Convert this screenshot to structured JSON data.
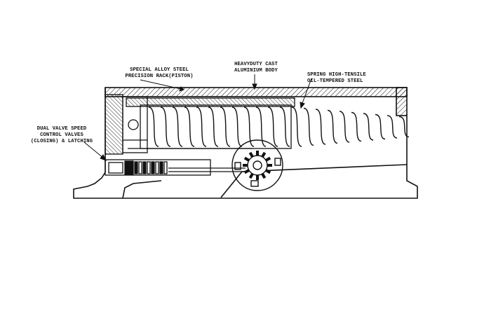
{
  "labels": {
    "rack": [
      "SPECIAL ALLOY STEEL",
      "PRECISION RACK(PISTON)"
    ],
    "body": [
      "HEAVYDUTY CAST",
      "ALUMINIUM BODY"
    ],
    "spring": [
      "SPRING HIGH-TENSILE",
      "OIL-TEMPERED STEEL"
    ],
    "valves": [
      "DUAL VALVE SPEED",
      "CONTROL VALVES",
      "(CLOSING) & LATCHING"
    ]
  },
  "colors": {
    "ink": "#111111",
    "paper": "#ffffff"
  }
}
